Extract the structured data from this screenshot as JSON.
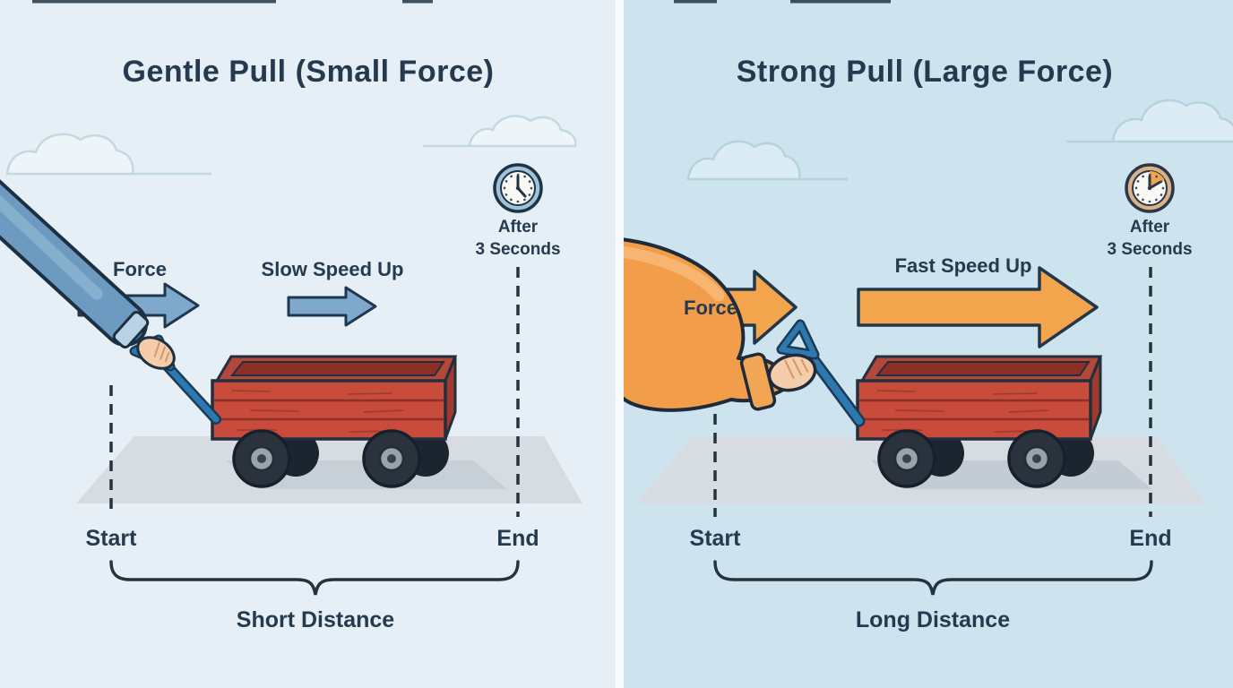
{
  "colors": {
    "left_bg": "#e5eff5",
    "right_bg": "#cde4ef",
    "divider": "#f7fafc",
    "ink": "#253a4e",
    "blue_arrow": "#7fa9ca",
    "orange_arrow": "#f3a54d",
    "wagon_red": "#c84b3b",
    "handle_blue": "#2e78b0",
    "sleeve_blue": "#6d9ac0",
    "arm_orange": "#f19d49",
    "skin": "#f6cdaa",
    "ground_gray": "#d6dce1",
    "clock_ring_blue": "#9fc3da",
    "clock_ring_tan": "#d9b287"
  },
  "left": {
    "title": "Gentle Pull (Small Force)",
    "force_label": "Force",
    "speed_label": "Slow Speed Up",
    "clock_line1": "After",
    "clock_line2": "3 Seconds",
    "start_label": "Start",
    "end_label": "End",
    "distance_label": "Short Distance"
  },
  "right": {
    "title": "Strong Pull (Large Force)",
    "force_label": "Force",
    "speed_label": "Fast Speed Up",
    "clock_line1": "After",
    "clock_line2": "3 Seconds",
    "start_label": "Start",
    "end_label": "End",
    "distance_label": "Long Distance"
  }
}
